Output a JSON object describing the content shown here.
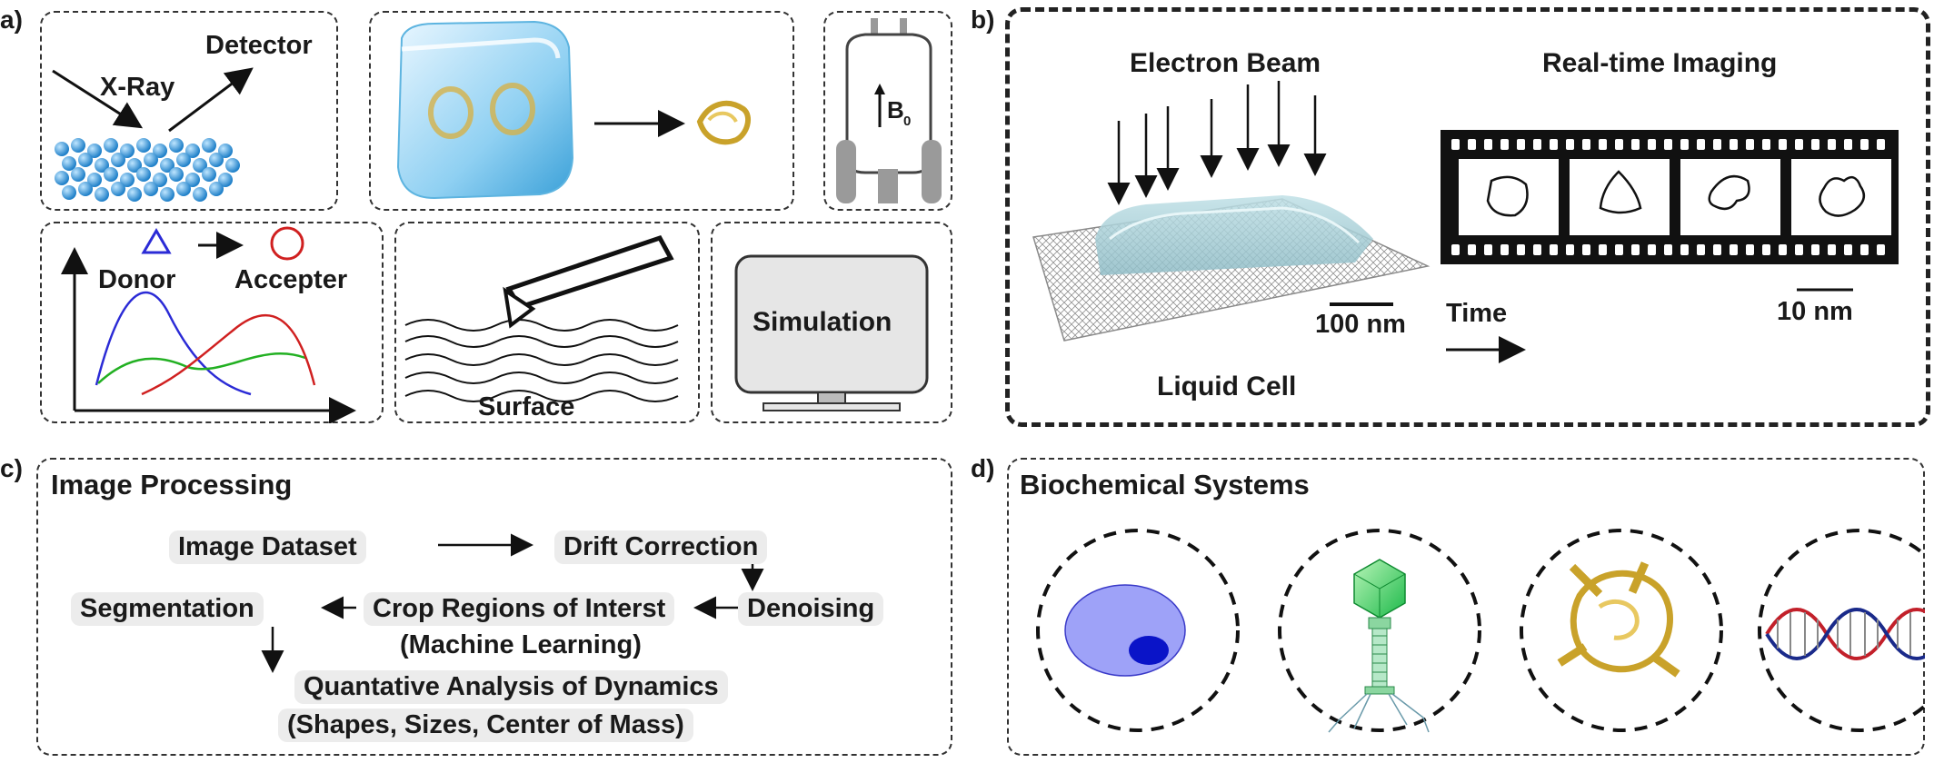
{
  "panel_labels": {
    "a": "a)",
    "b": "b)",
    "c": "c)",
    "d": "d)"
  },
  "panel_a": {
    "xray": {
      "source": "X-Ray",
      "detector": "Detector"
    },
    "fret": {
      "donor": "Donor",
      "acceptor": "Accepter",
      "curve_colors": {
        "donor": "#2b2bd6",
        "fret": "#22b022",
        "acceptor": "#d02020"
      }
    },
    "afm": {
      "surface": "Surface"
    },
    "simulation": {
      "label": "Simulation"
    },
    "nmr": {
      "field": "B",
      "field_sub": "0"
    }
  },
  "panel_b": {
    "electron_beam": "Electron Beam",
    "realtime": "Real-time Imaging",
    "scale_cell": "100 nm",
    "liquid_cell": "Liquid Cell",
    "time": "Time",
    "scale_frames": "10 nm"
  },
  "panel_c": {
    "title": "Image Processing",
    "steps": {
      "dataset": "Image Dataset",
      "drift": "Drift Correction",
      "denoise": "Denoising",
      "crop": "Crop Regions of Interst",
      "crop_sub": "(Machine Learning)",
      "segmentation": "Segmentation",
      "analysis": "Quantative Analysis of Dynamics",
      "analysis_sub": "(Shapes, Sizes, Center of Mass)"
    }
  },
  "panel_d": {
    "title": "Biochemical Systems",
    "systems": [
      "cell-icon",
      "bacteriophage-icon",
      "protein-icon",
      "dna-helix-icon"
    ]
  }
}
